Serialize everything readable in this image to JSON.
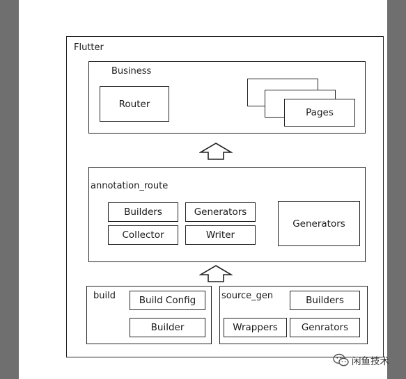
{
  "colors": {
    "background_bands": "#6f6f6f",
    "line": "#222222",
    "fill": "#ffffff"
  },
  "diagram": {
    "flutter": {
      "title": "Flutter",
      "business": {
        "title": "Business",
        "router": "Router",
        "pages": "Pages"
      },
      "annotation_route": {
        "title": "annotation_route",
        "builders": "Builders",
        "generators_small": "Generators",
        "collector": "Collector",
        "writer": "Writer",
        "generators_large": "Generators"
      },
      "build": {
        "title": "build",
        "build_config": "Build Config",
        "builder": "Builder"
      },
      "source_gen": {
        "title": "source_gen",
        "builders": "Builders",
        "wrappers": "Wrappers",
        "genrators": "Genrators"
      }
    }
  },
  "watermark": {
    "icon": "wechat-icon",
    "text": "闲鱼技术"
  }
}
